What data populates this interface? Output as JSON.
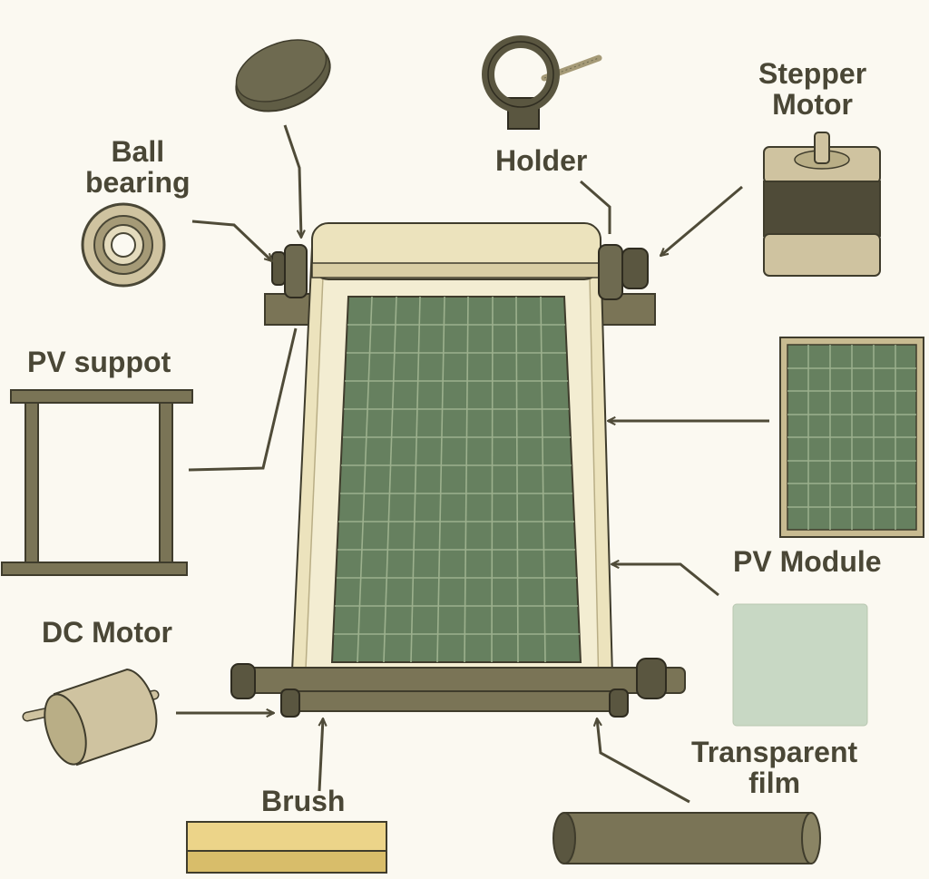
{
  "labels": {
    "ball_bearing": [
      "Ball",
      "bearing"
    ],
    "holder": "Holder",
    "stepper_motor": [
      "Stepper",
      "Motor"
    ],
    "pv_support": "PV suppot",
    "pv_module": "PV Module",
    "dc_motor": "DC Motor",
    "brush": "Brush",
    "transparent_film": [
      "Transparent",
      "film"
    ]
  },
  "colors": {
    "background": "#fbf9f1",
    "text": "#4a4736",
    "frame": "#7a7456",
    "frame_dark": "#4f4b38",
    "cream": "#ece3bd",
    "cream_light": "#f3edd2",
    "panel": "#66805f",
    "panel_grid": "#9cb08d",
    "film": "#c8d8c4",
    "brush": "#ecd489"
  },
  "icons": [
    "ball-bearing-icon",
    "disk-icon",
    "holder-ring-icon",
    "stepper-motor-icon",
    "pv-support-frame-icon",
    "pv-module-icon",
    "dc-motor-icon",
    "brush-bar-icon",
    "transparent-film-icon",
    "roller-icon"
  ]
}
